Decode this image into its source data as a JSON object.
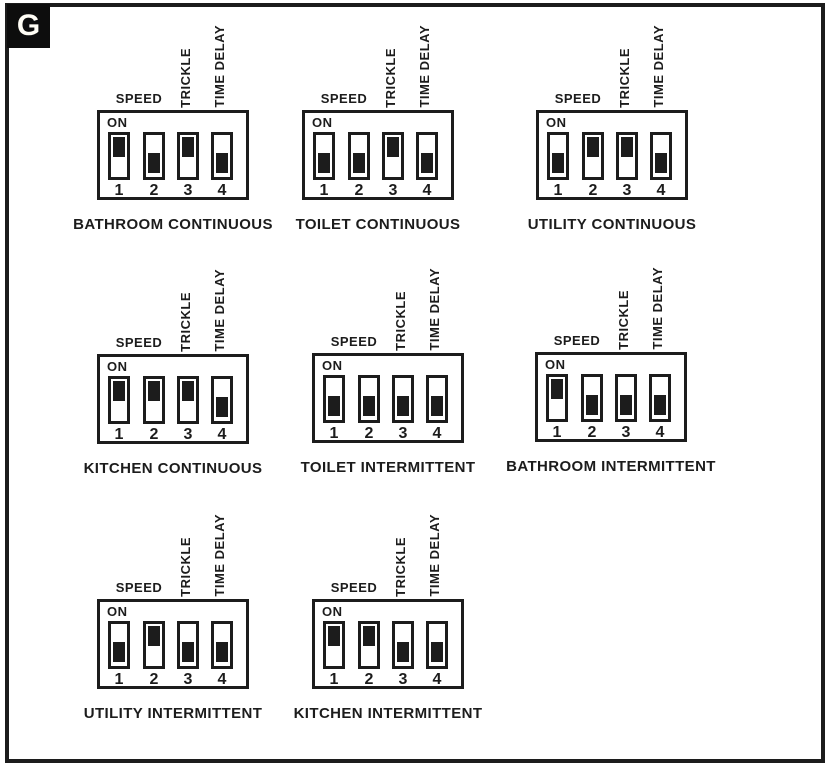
{
  "badge": "G",
  "labels": {
    "on": "ON",
    "speed": "SPEED",
    "trickle": "TRICKLE",
    "time_delay": "TIME DELAY"
  },
  "switch_numbers": [
    "1",
    "2",
    "3",
    "4"
  ],
  "panels": [
    {
      "caption": "BATHROOM CONTINUOUS",
      "switches": [
        "on",
        "off",
        "on",
        "off"
      ]
    },
    {
      "caption": "TOILET CONTINUOUS",
      "switches": [
        "off",
        "off",
        "on",
        "off"
      ]
    },
    {
      "caption": "UTILITY CONTINUOUS",
      "switches": [
        "off",
        "on",
        "on",
        "off"
      ]
    },
    {
      "caption": "KITCHEN CONTINUOUS",
      "switches": [
        "on",
        "on",
        "on",
        "off"
      ]
    },
    {
      "caption": "TOILET INTERMITTENT",
      "switches": [
        "off",
        "off",
        "off",
        "off"
      ]
    },
    {
      "caption": "BATHROOM INTERMITTENT",
      "switches": [
        "on",
        "off",
        "off",
        "off"
      ]
    },
    {
      "caption": "UTILITY INTERMITTENT",
      "switches": [
        "off",
        "on",
        "off",
        "off"
      ]
    },
    {
      "caption": "KITCHEN INTERMITTENT",
      "switches": [
        "on",
        "on",
        "off",
        "off"
      ]
    }
  ]
}
